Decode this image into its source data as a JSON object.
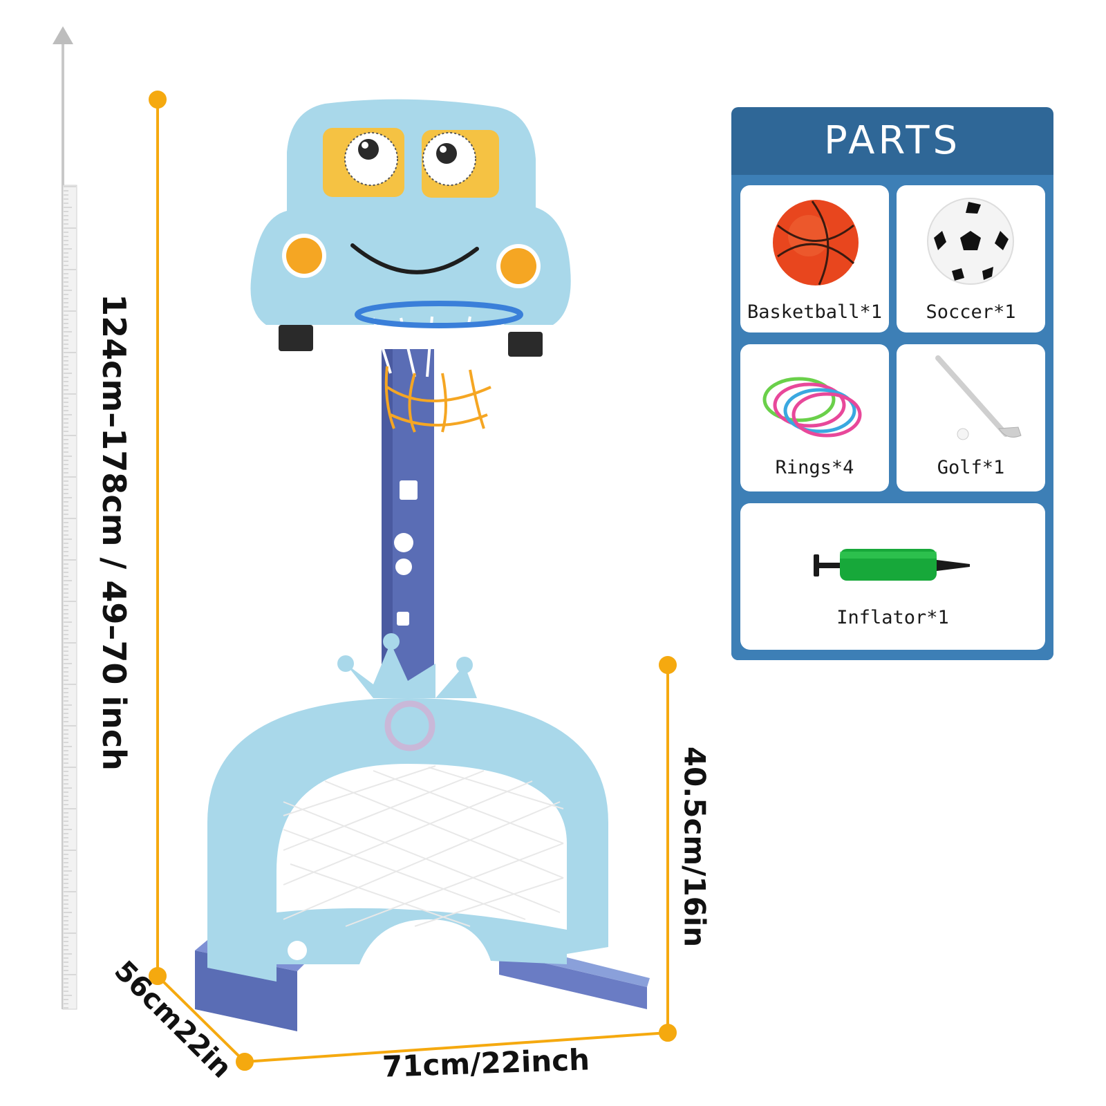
{
  "dimensions": {
    "height_range": "124cm–178cm / 49–70 inch",
    "goal_height": "40.5cm/16in",
    "depth": "56cm22in",
    "width": "71cm/22inch"
  },
  "parts": {
    "title": "PARTS",
    "items": [
      {
        "label": "Basketball*1",
        "icon": "basketball-icon"
      },
      {
        "label": "Soccer*1",
        "icon": "soccer-ball-icon"
      },
      {
        "label": "Rings*4",
        "icon": "rings-icon"
      },
      {
        "label": "Golf*1",
        "icon": "golf-club-icon"
      },
      {
        "label": "Inflator*1",
        "icon": "inflator-pump-icon"
      }
    ]
  },
  "colors": {
    "dimension_line": "#f5a90f",
    "toy_body": "#a9d8ea",
    "toy_pole": "#5a6db5",
    "parts_header": "#2f6797",
    "parts_frame": "#3d7fb6"
  }
}
